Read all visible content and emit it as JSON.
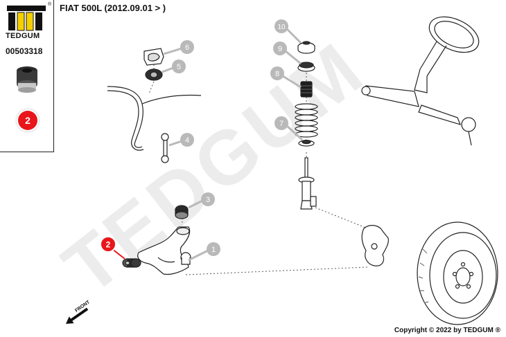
{
  "header": {
    "title": "FIAT 500L  (2012.09.01 > )"
  },
  "sidebar": {
    "brand": "TEDGUM",
    "reg_mark": "®",
    "part_number": "00503318",
    "selected_badge": "2"
  },
  "diagram": {
    "callouts": [
      "1",
      "2",
      "3",
      "4",
      "5",
      "6",
      "7",
      "8",
      "9",
      "10"
    ],
    "highlight_callout": "2",
    "front_label": "FRONT",
    "watermark": "TEDGUM"
  },
  "footer": {
    "copyright": "Copyright © 2022 by TEDGUM ®"
  },
  "colors": {
    "highlight": "#e8151b",
    "callout_fill": "#b9b9b9",
    "line": "#222222",
    "watermark": "#ececec",
    "logo_yellow": "#f4d000"
  }
}
